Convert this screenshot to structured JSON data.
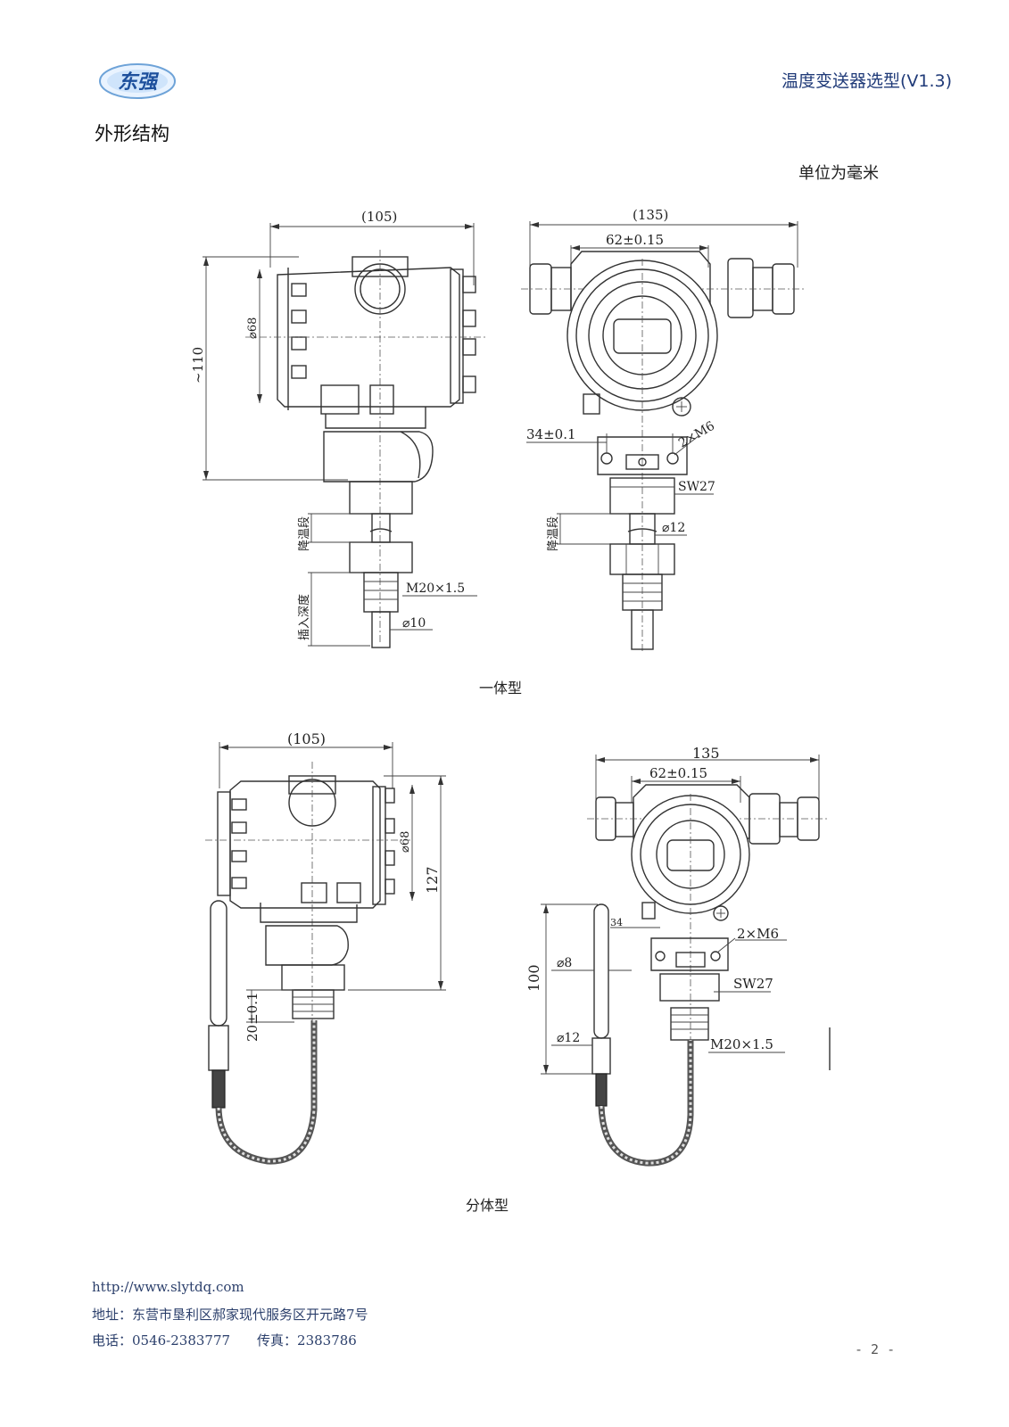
{
  "header": {
    "logo_text": "东强",
    "doc_title": "温度变送器选型(V1.3)"
  },
  "section_title": "外形结构",
  "unit_note": "单位为毫米",
  "integrated": {
    "caption": "一体型",
    "side": {
      "width_dim": "(105)",
      "diameter_dim": "⌀68",
      "height_dim": "~110",
      "cooling_label": "降温段",
      "insert_label": "插入深度",
      "thread_label": "M20×1.5",
      "rod_label": "⌀10"
    },
    "front": {
      "width_dim": "(135)",
      "hole_spacing": "62±0.15",
      "mount_spacing": "34±0.1",
      "screw_label": "2×M6",
      "hex_label": "SW27",
      "cooling_label": "降温段",
      "pipe_label": "⌀12"
    }
  },
  "split": {
    "caption": "分体型",
    "side": {
      "width_dim": "(105)",
      "diameter_dim": "⌀68",
      "height_dim": "127",
      "offset_dim": "20±0.1"
    },
    "front": {
      "width_dim": "135",
      "hole_spacing": "62±0.15",
      "mount_spacing": "34",
      "screw_label": "2×M6",
      "hex_label": "SW27",
      "thread_label": "M20×1.5",
      "probe_length": "100",
      "probe_tip_dia": "⌀8",
      "probe_body_dia": "⌀12"
    }
  },
  "footer": {
    "url": "http://www.slytdq.com",
    "address": "地址：东营市垦利区郝家现代服务区开元路7号",
    "phone": "电话：0546-2383777　　传真：2383786",
    "page_number": "- 2 -"
  }
}
